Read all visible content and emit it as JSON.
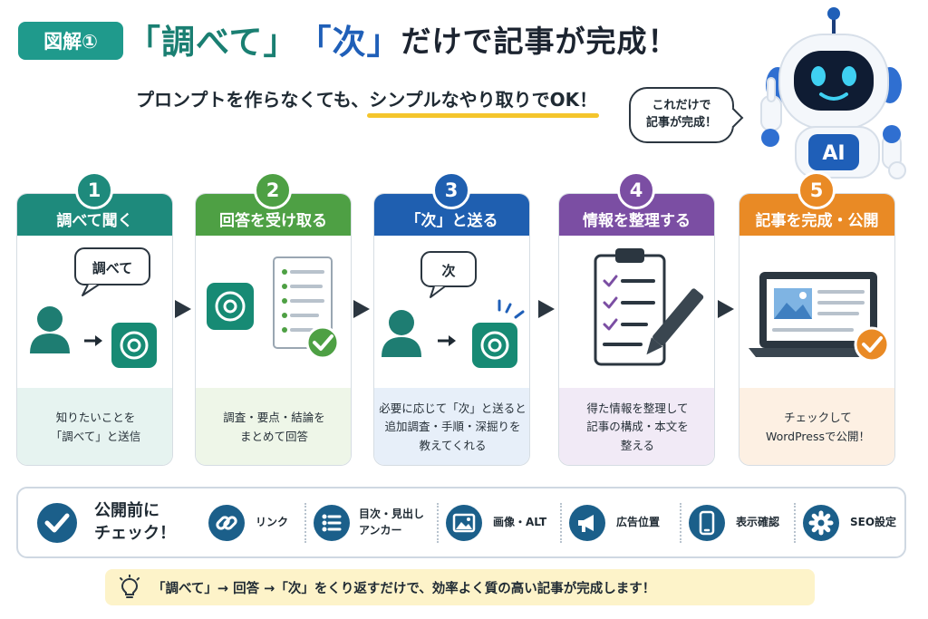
{
  "header": {
    "badge": "図解①",
    "title_part1": "「調べて」",
    "title_part2": "「次」",
    "title_part3": "だけで記事が完成！",
    "subtitle_plain": "プロンプトを作らなくても、",
    "subtitle_highlight": "シンプルなやり取りでOK！",
    "bubble_line1": "これだけで",
    "bubble_line2": "記事が完成！",
    "robot_chest_label": "AI"
  },
  "steps": [
    {
      "num": "1",
      "title": "調べて聞く",
      "art_label": "調べて",
      "desc": [
        "知りたいことを",
        "「調べて」と送信"
      ],
      "color": "#1e8a7c",
      "icon": "user-to-chatgpt"
    },
    {
      "num": "2",
      "title": "回答を受け取る",
      "desc": [
        "調査・要点・結論を",
        "まとめて回答"
      ],
      "color": "#4ea044",
      "icon": "chatgpt-answer-document"
    },
    {
      "num": "3",
      "title": "「次」と送る",
      "art_label": "次",
      "desc": [
        "必要に応じて「次」と送ると",
        "追加調査・手順・深掘りを",
        "教えてくれる"
      ],
      "color": "#1f5fb0",
      "icon": "user-send-next"
    },
    {
      "num": "4",
      "title": "情報を整理する",
      "desc": [
        "得た情報を整理して",
        "記事の構成・本文を",
        "整える"
      ],
      "color": "#7b4ea3",
      "icon": "clipboard-pencil"
    },
    {
      "num": "5",
      "title": "記事を完成・公開",
      "desc": [
        "チェックして",
        "WordPressで公開！"
      ],
      "color": "#e98a25",
      "icon": "laptop-check"
    }
  ],
  "checklist": {
    "heading_line1": "公開前に",
    "heading_line2": "チェック！",
    "items": [
      {
        "label": "リンク",
        "icon": "link-icon"
      },
      {
        "label_line1": "目次・見出し",
        "label_line2": "アンカー",
        "icon": "list-icon"
      },
      {
        "label": "画像・ALT",
        "icon": "image-icon"
      },
      {
        "label": "広告位置",
        "icon": "megaphone-icon"
      },
      {
        "label": "表示確認",
        "icon": "smartphone-icon"
      },
      {
        "label": "SEO設定",
        "icon": "gear-icon"
      }
    ],
    "color": "#1b5f8a"
  },
  "tip": {
    "text": "「調べて」→ 回答 →「次」をくり返すだけで、効率よく質の高い記事が完成します！",
    "icon": "lightbulb-icon"
  }
}
